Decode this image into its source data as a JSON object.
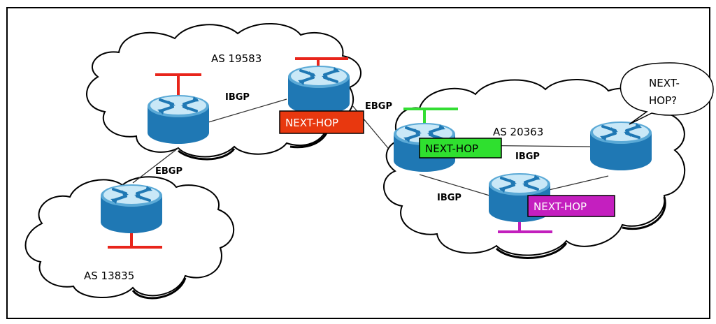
{
  "colors": {
    "border": "#000000",
    "router_top": "#bfe2f4",
    "router_body": "#1f78b4",
    "red": "#e8251b",
    "green": "#33dd33",
    "magenta": "#c21fbd",
    "nexthop_red_bg": "#e8380f",
    "nexthop_green_bg": "#2fe02f",
    "nexthop_magenta_bg": "#c41fbf"
  },
  "clouds": {
    "as_19583": {
      "label": "AS 19583"
    },
    "as_20363": {
      "label": "AS 20363"
    },
    "as_13835": {
      "label": "AS 13835"
    }
  },
  "links": {
    "ibgp_19583": "IBGP",
    "ebgp_19583_20363": "EBGP",
    "ebgp_19583_13835": "EBGP",
    "ibgp_20363_right": "IBGP",
    "ibgp_20363_bottom": "IBGP"
  },
  "next_hop_tags": {
    "red": "NEXT-HOP",
    "green": "NEXT-HOP",
    "magenta": "NEXT-HOP"
  },
  "callout": {
    "line1": "NEXT-",
    "line2": "HOP?"
  },
  "routers": [
    {
      "id": "r-as19583-left",
      "icon": "router-icon"
    },
    {
      "id": "r-as19583-right",
      "icon": "router-icon"
    },
    {
      "id": "r-as20363-left",
      "icon": "router-icon"
    },
    {
      "id": "r-as20363-right",
      "icon": "router-icon"
    },
    {
      "id": "r-as20363-bottom",
      "icon": "router-icon"
    },
    {
      "id": "r-as13835",
      "icon": "router-icon"
    }
  ]
}
